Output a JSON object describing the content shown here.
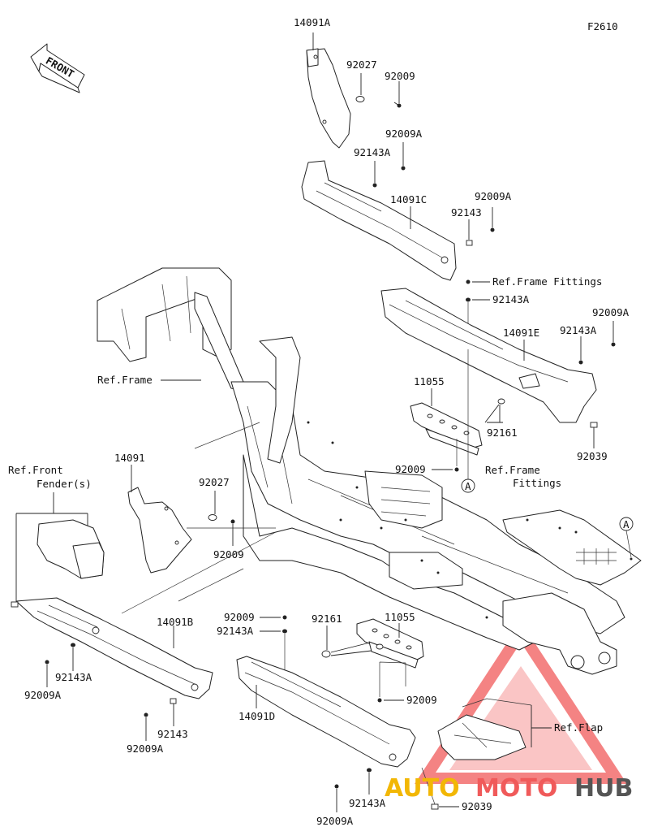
{
  "figure_code": "F2610",
  "front_arrow_label": "FRONT",
  "watermark": {
    "prefix": "AUTO",
    "middle": "MOTO",
    "suffix": "HUB",
    "colors": {
      "triangle": "#f05a5a",
      "auto": "#f2b705",
      "moto": "#f05a5a",
      "hub": "#555555"
    }
  },
  "labels": {
    "p14091A": "14091A",
    "p92027_top": "92027",
    "p92009_top": "92009",
    "p92009A_1": "92009A",
    "p92143A_1": "92143A",
    "p14091C": "14091C",
    "p92009A_2": "92009A",
    "p92143_1": "92143",
    "ref_frame_fittings_1": "Ref.Frame Fittings",
    "p92143A_2": "92143A",
    "p92009A_3": "92009A",
    "p92143A_3": "92143A",
    "p14091E": "14091E",
    "ref_frame": "Ref.Frame",
    "p11055_1": "11055",
    "p92161_1": "92161",
    "p92009_mid": "92009",
    "p92039_1": "92039",
    "callout_A": "A",
    "ref_frame_fittings_2a": "Ref.Frame",
    "ref_frame_fittings_2b": "Fittings",
    "ref_front_fender_a": "Ref.Front",
    "ref_front_fender_b": "Fender(s)",
    "p14091": "14091",
    "p92027_left": "92027",
    "p92009_left": "92009",
    "p14091B": "14091B",
    "p92143A_4": "92143A",
    "p92009A_4": "92009A",
    "p92143_2": "92143",
    "p92009A_5": "92009A",
    "p92009_low": "92009",
    "p92143A_5": "92143A",
    "p92161_2": "92161",
    "p11055_2": "11055",
    "p92009_low2": "92009",
    "p14091D": "14091D",
    "ref_flap": "Ref.Flap",
    "p92143A_6": "92143A",
    "p92009A_6": "92009A",
    "p92039_2": "92039"
  }
}
